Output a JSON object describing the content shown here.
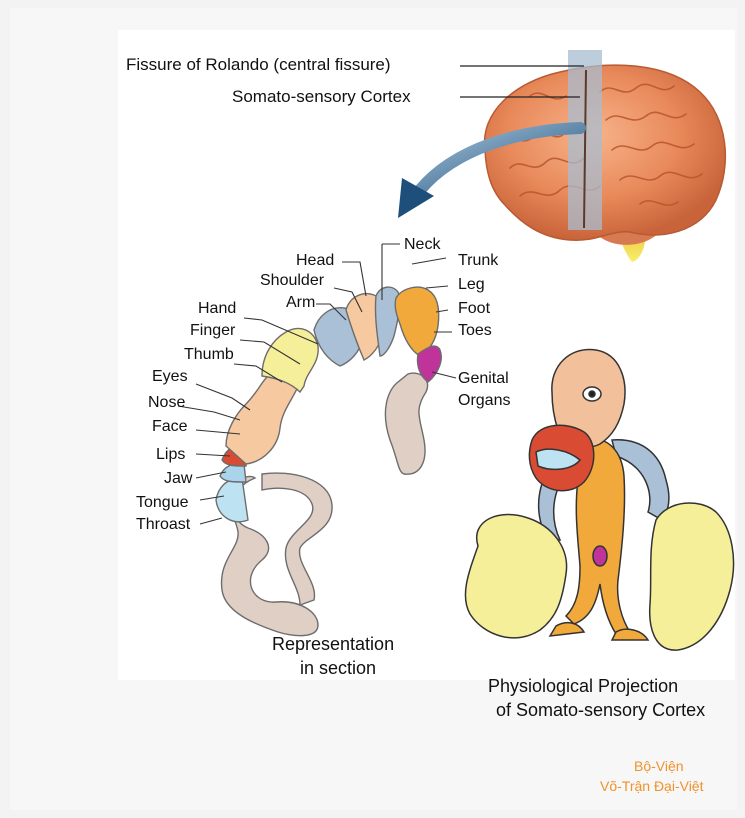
{
  "header_labels": {
    "fissure": "Fissure of Rolando (central fissure)",
    "cortex": "Somato-sensory Cortex"
  },
  "body_parts": {
    "neck": "Neck",
    "head": "Head",
    "trunk": "Trunk",
    "shoulder": "Shoulder",
    "leg": "Leg",
    "arm": "Arm",
    "foot": "Foot",
    "hand": "Hand",
    "toes": "Toes",
    "finger": "Finger",
    "thumb": "Thumb",
    "genital_organs": [
      "Genital",
      "Organs"
    ],
    "eyes": "Eyes",
    "nose": "Nose",
    "face": "Face",
    "lips": "Lips",
    "jaw": "Jaw",
    "tongue": "Tongue",
    "throat": "Throast"
  },
  "captions": {
    "section": [
      "Representation",
      "in section"
    ],
    "projection": [
      "Physiological Projection",
      "of Somato-sensory Cortex"
    ]
  },
  "credit": [
    "Bộ-Viện",
    "Võ-Trận Đại-Việt"
  ],
  "colors": {
    "brain": "#e8895a",
    "cortex_blue": "#a8bcd0",
    "region_orange": "#f2a93b",
    "region_yellow": "#f6ef9a",
    "region_peach": "#f6c9a0",
    "region_blue": "#a9c0d6",
    "region_magenta": "#c0339a",
    "region_red": "#d94b32",
    "region_lightblue": "#bde3f3",
    "region_gray": "#e0cfc4",
    "credit": "#f0922a"
  }
}
